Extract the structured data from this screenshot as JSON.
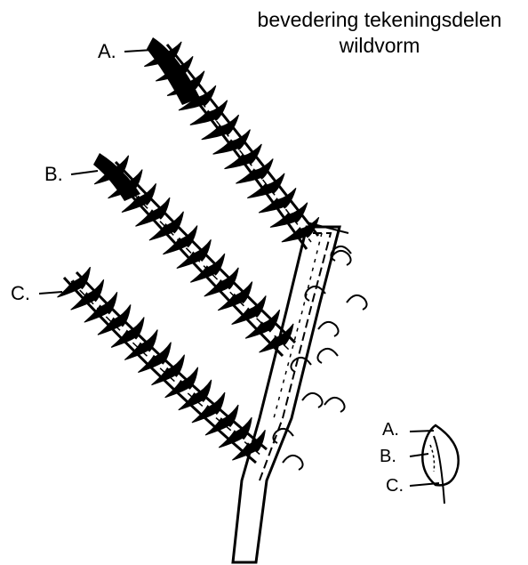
{
  "title": {
    "line1": "bevedering tekeningsdelen",
    "line2": "wildvorm"
  },
  "branch_labels": [
    {
      "id": "A",
      "text": "A."
    },
    {
      "id": "B",
      "text": "B."
    },
    {
      "id": "C",
      "text": "C."
    }
  ],
  "seed_labels": [
    {
      "id": "A",
      "text": "A."
    },
    {
      "id": "B",
      "text": "B."
    },
    {
      "id": "C",
      "text": "C."
    }
  ],
  "colors": {
    "ink": "#000000",
    "paper": "#ffffff"
  }
}
